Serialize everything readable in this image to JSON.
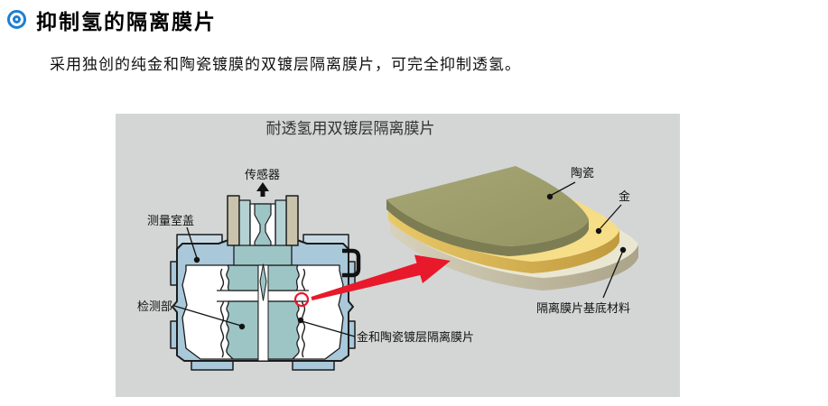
{
  "header": {
    "title": "抑制氢的隔离膜片",
    "subtitle": "采用独创的纯金和陶瓷镀膜的双镀层隔离膜片，可完全抑制透氢。"
  },
  "diagram": {
    "title": "耐透氢用双镀层隔离膜片",
    "cross_section_labels": {
      "sensor": "传感器",
      "chamber_cover": "测量室盖",
      "detection": "检测部",
      "membrane": "金和陶瓷镀层隔离膜片"
    },
    "stack_labels": {
      "ceramic": "陶瓷",
      "gold": "金",
      "base": "隔离膜片基底材料"
    },
    "colors": {
      "accent_blue": "#1b7fd4",
      "highlight_red": "#e8192b",
      "panel_gray": "#d3d6d5",
      "body_blue": "#a9c8d9",
      "inner_teal": "#9ec5c6",
      "stem_beige": "#c9c3ab",
      "ceramic_olive": "#9e9e6d",
      "gold_yellow": "#f5db80",
      "base_cream": "#e9e6d1"
    }
  }
}
